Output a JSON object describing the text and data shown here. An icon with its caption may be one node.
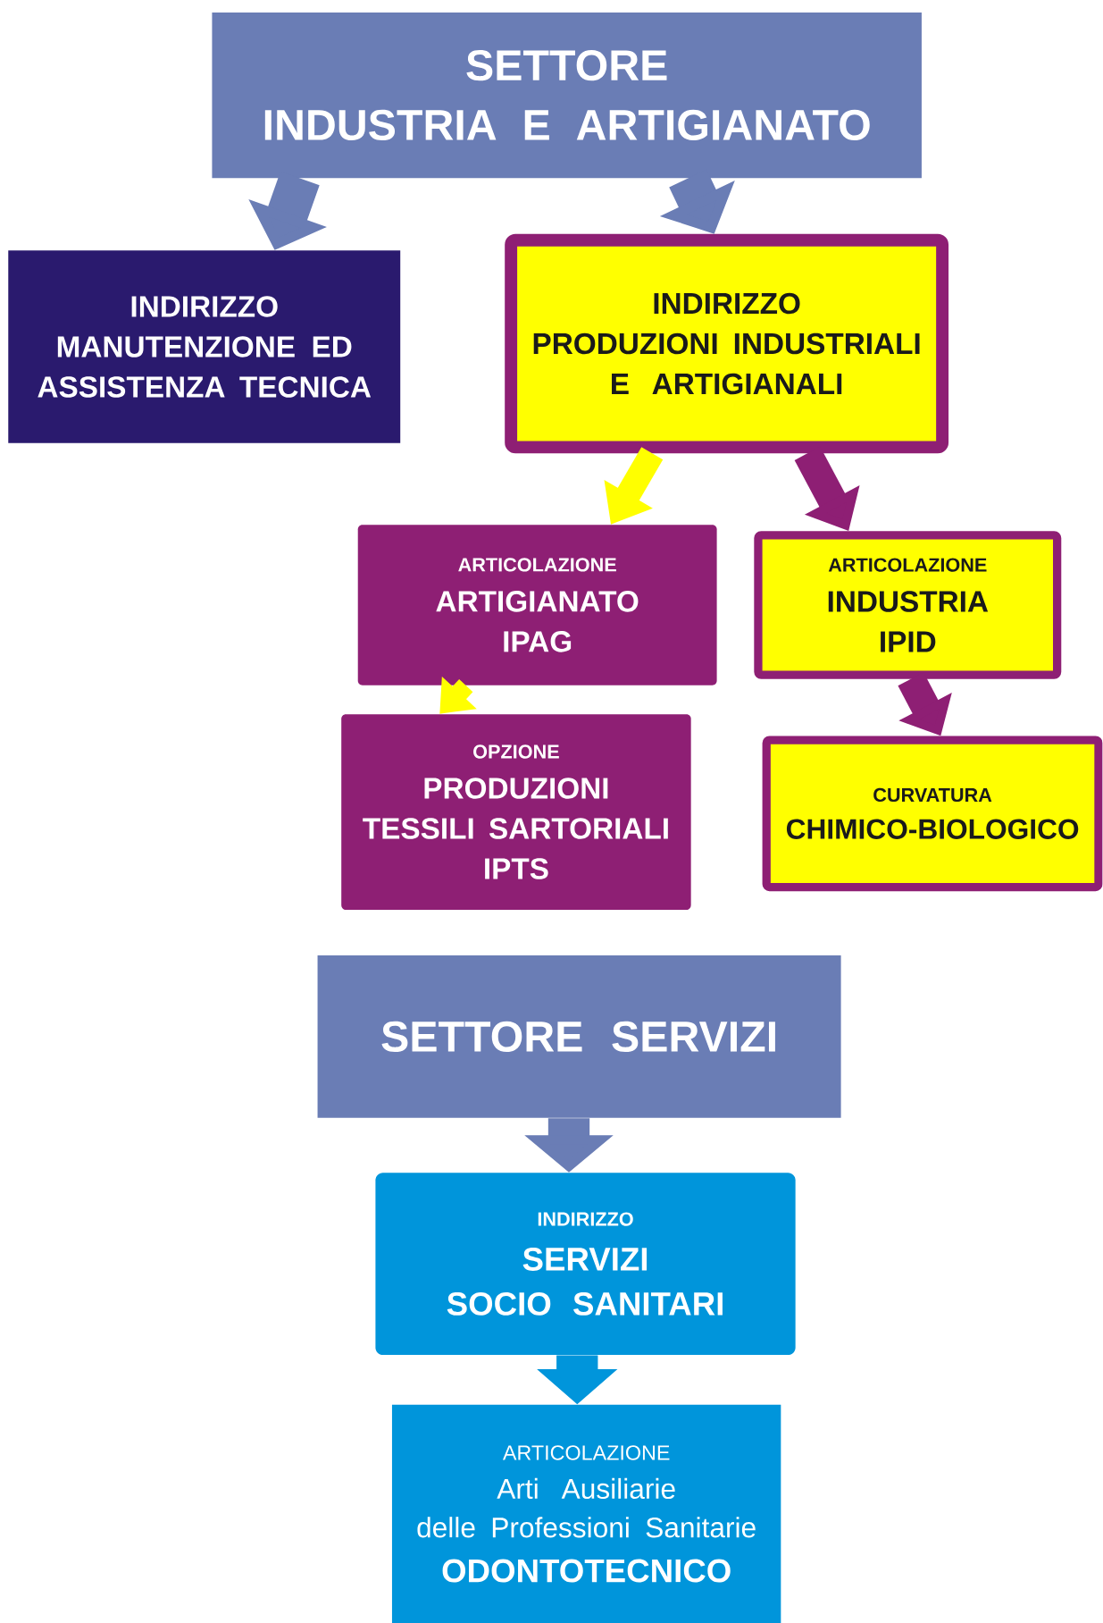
{
  "diagram": {
    "nodes": [
      {
        "text": [
          "SETTORE",
          "INDUSTRIA E ARTIGIANATO"
        ]
      },
      {
        "text": [
          "INDIRIZZO MANUTENZIONE ED ASSISTENZA TECNICA"
        ]
      },
      {
        "text": [
          "INDIRIZZO",
          "PRODUZIONI INDUSTRIALI E ARTIGIANALI"
        ]
      },
      {
        "text": [
          "ARTICOLAZIONE",
          "ARTIGIANATO IPAG"
        ]
      },
      {
        "text": [
          "ARTICOLAZIONE",
          "INDUSTRIA IPID"
        ]
      },
      {
        "text": [
          "OPZIONE",
          "PRODUZIONI TESSILI SARTORIALI",
          "IPTS"
        ]
      },
      {
        "text": [
          "CURVATURA",
          "CHIMICO-BIOLOGICO"
        ]
      },
      {
        "text": [
          "SETTORE SERVIZI"
        ]
      },
      {
        "text": [
          "INDIRIZZO",
          "SERVIZI",
          "SOCIO SANITARI"
        ]
      },
      {
        "text": [
          "ARTICOLAZIONE",
          "Arti Ausiliarie",
          "delle Professioni Sanitarie",
          "ODONTOTECNICO"
        ]
      }
    ],
    "edges": [
      {
        "from": 0,
        "to": 1,
        "arrow": "to"
      },
      {
        "from": 0,
        "to": 2,
        "arrow": "to"
      },
      {
        "from": 2,
        "to": 3,
        "arrow": "to",
        "color": "#ffff00"
      },
      {
        "from": 2,
        "to": 4,
        "arrow": "to",
        "color": "#8e1f74"
      },
      {
        "from": 3,
        "to": 5,
        "arrow": "to",
        "color": "#ffff00"
      },
      {
        "from": 4,
        "to": 6,
        "arrow": "to",
        "color": "#8e1f74"
      },
      {
        "from": 7,
        "to": 8,
        "arrow": "to"
      },
      {
        "from": 8,
        "to": 9,
        "arrow": "to",
        "color": "#0095db"
      }
    ]
  }
}
